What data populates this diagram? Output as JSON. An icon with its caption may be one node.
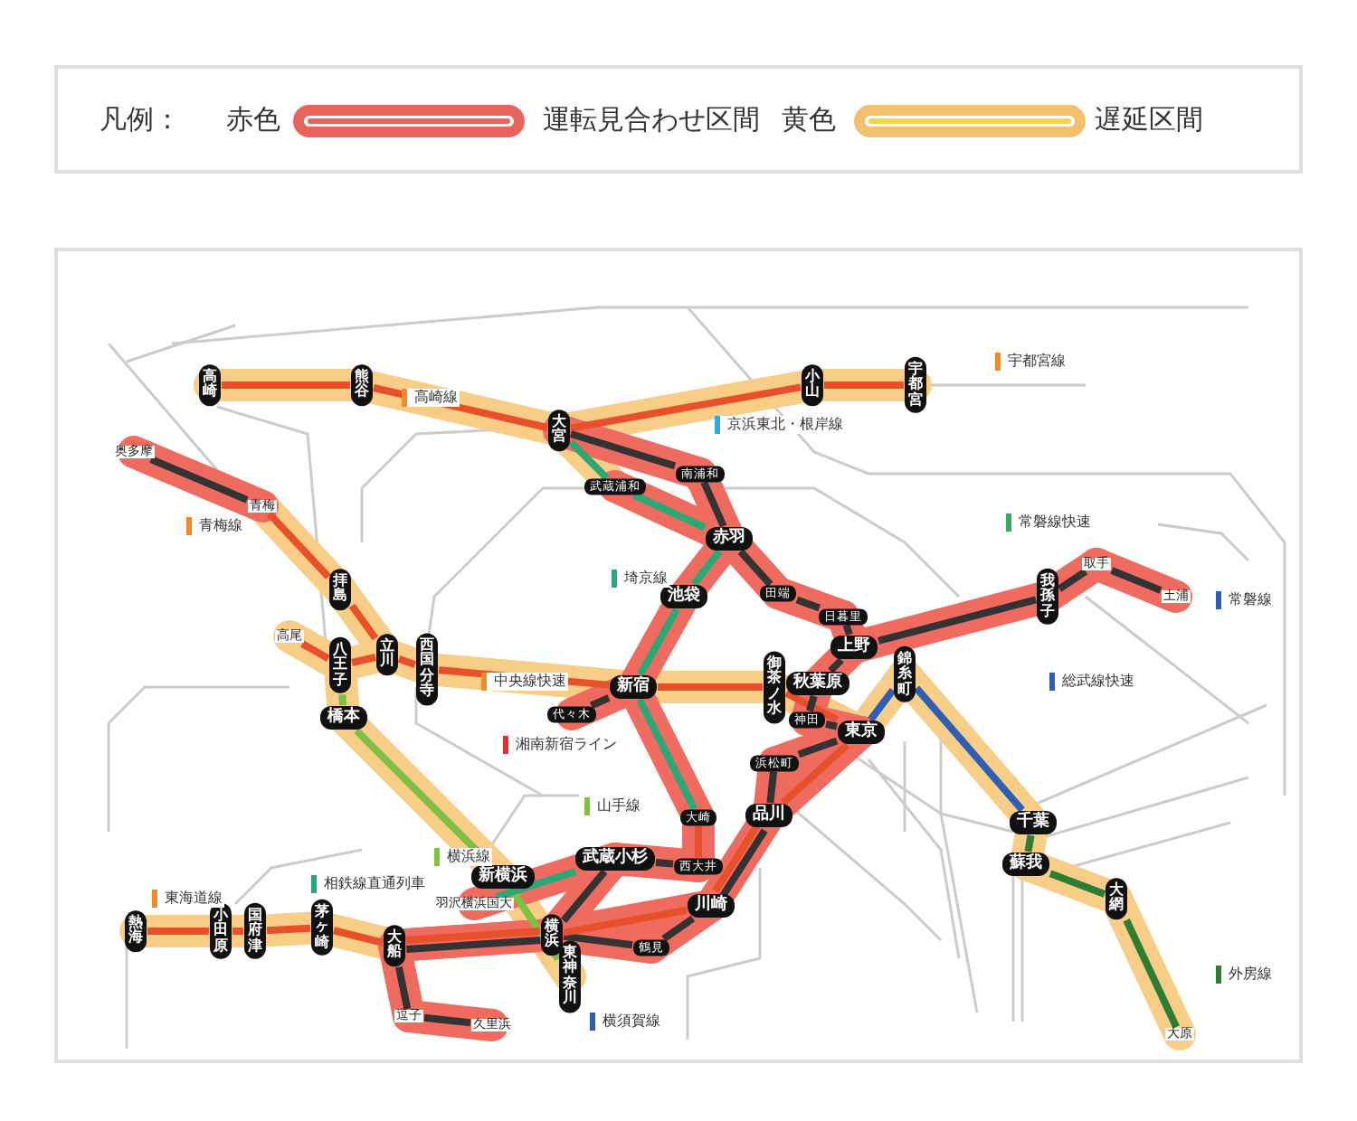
{
  "diagram": {
    "nodes": [
      {
        "text": [
          "高崎"
        ]
      },
      {
        "text": [
          "熊谷"
        ]
      },
      {
        "text": [
          "大宮"
        ]
      },
      {
        "text": [
          "小山"
        ]
      },
      {
        "text": [
          "宇都宮"
        ]
      },
      {
        "text": [
          "奥多摩"
        ]
      },
      {
        "text": [
          "青梅"
        ]
      },
      {
        "text": [
          "拝島"
        ]
      },
      {
        "text": [
          "高尾"
        ]
      },
      {
        "text": [
          "八王子"
        ]
      },
      {
        "text": [
          "立川"
        ]
      },
      {
        "text": [
          "西国分寺"
        ]
      },
      {
        "text": [
          "橋本"
        ]
      },
      {
        "text": [
          "武蔵浦和"
        ]
      },
      {
        "text": [
          "南浦和"
        ]
      },
      {
        "text": [
          "赤羽"
        ]
      },
      {
        "text": [
          "池袋"
        ]
      },
      {
        "text": [
          "田端"
        ]
      },
      {
        "text": [
          "日暮里"
        ]
      },
      {
        "text": [
          "上野"
        ]
      },
      {
        "text": [
          "錦糸町"
        ]
      },
      {
        "text": [
          "我孫子"
        ]
      },
      {
        "text": [
          "取手"
        ]
      },
      {
        "text": [
          "土浦"
        ]
      },
      {
        "text": [
          "新宿"
        ]
      },
      {
        "text": [
          "代々木"
        ]
      },
      {
        "text": [
          "御茶ノ水"
        ]
      },
      {
        "text": [
          "秋葉原"
        ]
      },
      {
        "text": [
          "神田"
        ]
      },
      {
        "text": [
          "東京"
        ]
      },
      {
        "text": [
          "浜松町"
        ]
      },
      {
        "text": [
          "品川"
        ]
      },
      {
        "text": [
          "大崎"
        ]
      },
      {
        "text": [
          "武蔵小杉"
        ]
      },
      {
        "text": [
          "西大井"
        ]
      },
      {
        "text": [
          "鶴見"
        ]
      },
      {
        "text": [
          "川崎"
        ]
      },
      {
        "text": [
          "新横浜"
        ]
      },
      {
        "text": [
          "羽沢横浜国大"
        ]
      },
      {
        "text": [
          "横浜"
        ]
      },
      {
        "text": [
          "東神奈川"
        ]
      },
      {
        "text": [
          "熱海"
        ]
      },
      {
        "text": [
          "小田原"
        ]
      },
      {
        "text": [
          "国府津"
        ]
      },
      {
        "text": [
          "茅ヶ崎"
        ]
      },
      {
        "text": [
          "大船"
        ]
      },
      {
        "text": [
          "逗子"
        ]
      },
      {
        "text": [
          "久里浜"
        ]
      },
      {
        "text": [
          "千葉"
        ]
      },
      {
        "text": [
          "蘇我"
        ]
      },
      {
        "text": [
          "大網"
        ]
      },
      {
        "text": [
          "大原"
        ]
      }
    ],
    "edges": [
      {
        "from": 0,
        "to": 1,
        "arrow": "none",
        "color": "#e8502a"
      },
      {
        "from": 1,
        "to": 2,
        "arrow": "none",
        "color": "#e8502a"
      },
      {
        "from": 2,
        "to": 3,
        "arrow": "none",
        "color": "#e8502a"
      },
      {
        "from": 3,
        "to": 4,
        "arrow": "none",
        "color": "#e8502a"
      },
      {
        "from": 5,
        "to": 6,
        "arrow": "none",
        "color": "#333333"
      },
      {
        "from": 6,
        "to": 7,
        "arrow": "none",
        "color": "#e8502a"
      },
      {
        "from": 7,
        "to": 10,
        "arrow": "none",
        "color": "#e8502a"
      },
      {
        "from": 8,
        "to": 9,
        "arrow": "none",
        "color": "#e8502a"
      },
      {
        "from": 9,
        "to": 10,
        "arrow": "none",
        "color": "#e8502a"
      },
      {
        "from": 10,
        "to": 11,
        "arrow": "none",
        "color": "#e8502a"
      },
      {
        "from": 11,
        "to": 24,
        "arrow": "none",
        "color": "#e8502a"
      },
      {
        "from": 24,
        "to": 26,
        "arrow": "none",
        "color": "#e8502a"
      },
      {
        "from": 26,
        "to": 29,
        "arrow": "none",
        "color": "#e8502a"
      },
      {
        "from": 9,
        "to": 12,
        "arrow": "none",
        "color": "#7cc142"
      },
      {
        "from": 12,
        "to": 37,
        "arrow": "none",
        "color": "#7cc142"
      },
      {
        "from": 37,
        "to": 40,
        "arrow": "none",
        "color": "#7cc142"
      },
      {
        "from": 2,
        "to": 13,
        "arrow": "none",
        "color": "#2aa876"
      },
      {
        "from": 13,
        "to": 15,
        "arrow": "none",
        "color": "#2aa876"
      },
      {
        "from": 15,
        "to": 16,
        "arrow": "none",
        "color": "#2aa876"
      },
      {
        "from": 16,
        "to": 24,
        "arrow": "none",
        "color": "#2aa876"
      },
      {
        "from": 24,
        "to": 32,
        "arrow": "none",
        "color": "#2aa876"
      },
      {
        "from": 2,
        "to": 14,
        "arrow": "none",
        "color": "#333333"
      },
      {
        "from": 14,
        "to": 15,
        "arrow": "none",
        "color": "#333333"
      },
      {
        "from": 15,
        "to": 17,
        "arrow": "none",
        "color": "#333333"
      },
      {
        "from": 17,
        "to": 18,
        "arrow": "none",
        "color": "#333333"
      },
      {
        "from": 18,
        "to": 19,
        "arrow": "none",
        "color": "#333333"
      },
      {
        "from": 19,
        "to": 27,
        "arrow": "none",
        "color": "#333333"
      },
      {
        "from": 27,
        "to": 28,
        "arrow": "none",
        "color": "#333333"
      },
      {
        "from": 28,
        "to": 29,
        "arrow": "none",
        "color": "#333333"
      },
      {
        "from": 29,
        "to": 30,
        "arrow": "none",
        "color": "#333333"
      },
      {
        "from": 30,
        "to": 31,
        "arrow": "none",
        "color": "#333333"
      },
      {
        "from": 31,
        "to": 36,
        "arrow": "none",
        "color": "#333333"
      },
      {
        "from": 36,
        "to": 35,
        "arrow": "none",
        "color": "#333333"
      },
      {
        "from": 35,
        "to": 39,
        "arrow": "none",
        "color": "#333333"
      },
      {
        "from": 39,
        "to": 45,
        "arrow": "none",
        "color": "#333333"
      },
      {
        "from": 19,
        "to": 21,
        "arrow": "none",
        "color": "#333333"
      },
      {
        "from": 21,
        "to": 22,
        "arrow": "none",
        "color": "#333333"
      },
      {
        "from": 22,
        "to": 23,
        "arrow": "none",
        "color": "#333333"
      },
      {
        "from": 41,
        "to": 42,
        "arrow": "none",
        "color": "#e8502a"
      },
      {
        "from": 42,
        "to": 43,
        "arrow": "none",
        "color": "#e8502a"
      },
      {
        "from": 43,
        "to": 44,
        "arrow": "none",
        "color": "#e8502a"
      },
      {
        "from": 44,
        "to": 45,
        "arrow": "none",
        "color": "#e8502a"
      },
      {
        "from": 45,
        "to": 39,
        "arrow": "none",
        "color": "#e8502a"
      },
      {
        "from": 39,
        "to": 36,
        "arrow": "none",
        "color": "#e8502a"
      },
      {
        "from": 36,
        "to": 31,
        "arrow": "none",
        "color": "#e8502a"
      },
      {
        "from": 31,
        "to": 29,
        "arrow": "none",
        "color": "#e8502a"
      },
      {
        "from": 45,
        "to": 46,
        "arrow": "none",
        "color": "#333333"
      },
      {
        "from": 46,
        "to": 47,
        "arrow": "none",
        "color": "#333333"
      },
      {
        "from": 32,
        "to": 34,
        "arrow": "none",
        "color": "#e8502a"
      },
      {
        "from": 34,
        "to": 33,
        "arrow": "none",
        "color": "#333333"
      },
      {
        "from": 33,
        "to": 39,
        "arrow": "none",
        "color": "#333333"
      },
      {
        "from": 38,
        "to": 33,
        "arrow": "none",
        "color": "#2aa876"
      },
      {
        "from": 29,
        "to": 20,
        "arrow": "none",
        "color": "#2f5fb3"
      },
      {
        "from": 20,
        "to": 48,
        "arrow": "none",
        "color": "#2f5fb3"
      },
      {
        "from": 48,
        "to": 49,
        "arrow": "none",
        "color": "#2e7d32"
      },
      {
        "from": 49,
        "to": 50,
        "arrow": "none",
        "color": "#2e7d32"
      },
      {
        "from": 50,
        "to": 51,
        "arrow": "none",
        "color": "#2e7d32"
      },
      {
        "from": 25,
        "to": 24,
        "arrow": "none",
        "color": "#333333"
      }
    ],
    "labels": [
      "凡例：",
      "赤色",
      "黄色",
      "宇都宮線",
      "高崎線",
      "京浜東北・根岸線",
      "青梅線",
      "常磐線快速",
      "埼京線",
      "常磐線",
      "中央線快速",
      "総武線快速",
      "湘南新宿ライン",
      "山手線",
      "横浜線",
      "相鉄線直通列車",
      "東海道線",
      "外房線",
      "横須賀線"
    ],
    "legend": [
      {
        "text": "運転見合わせ区間",
        "color": "#e8645a"
      },
      {
        "text": "遅延区間",
        "color": "#f3c070"
      }
    ]
  }
}
